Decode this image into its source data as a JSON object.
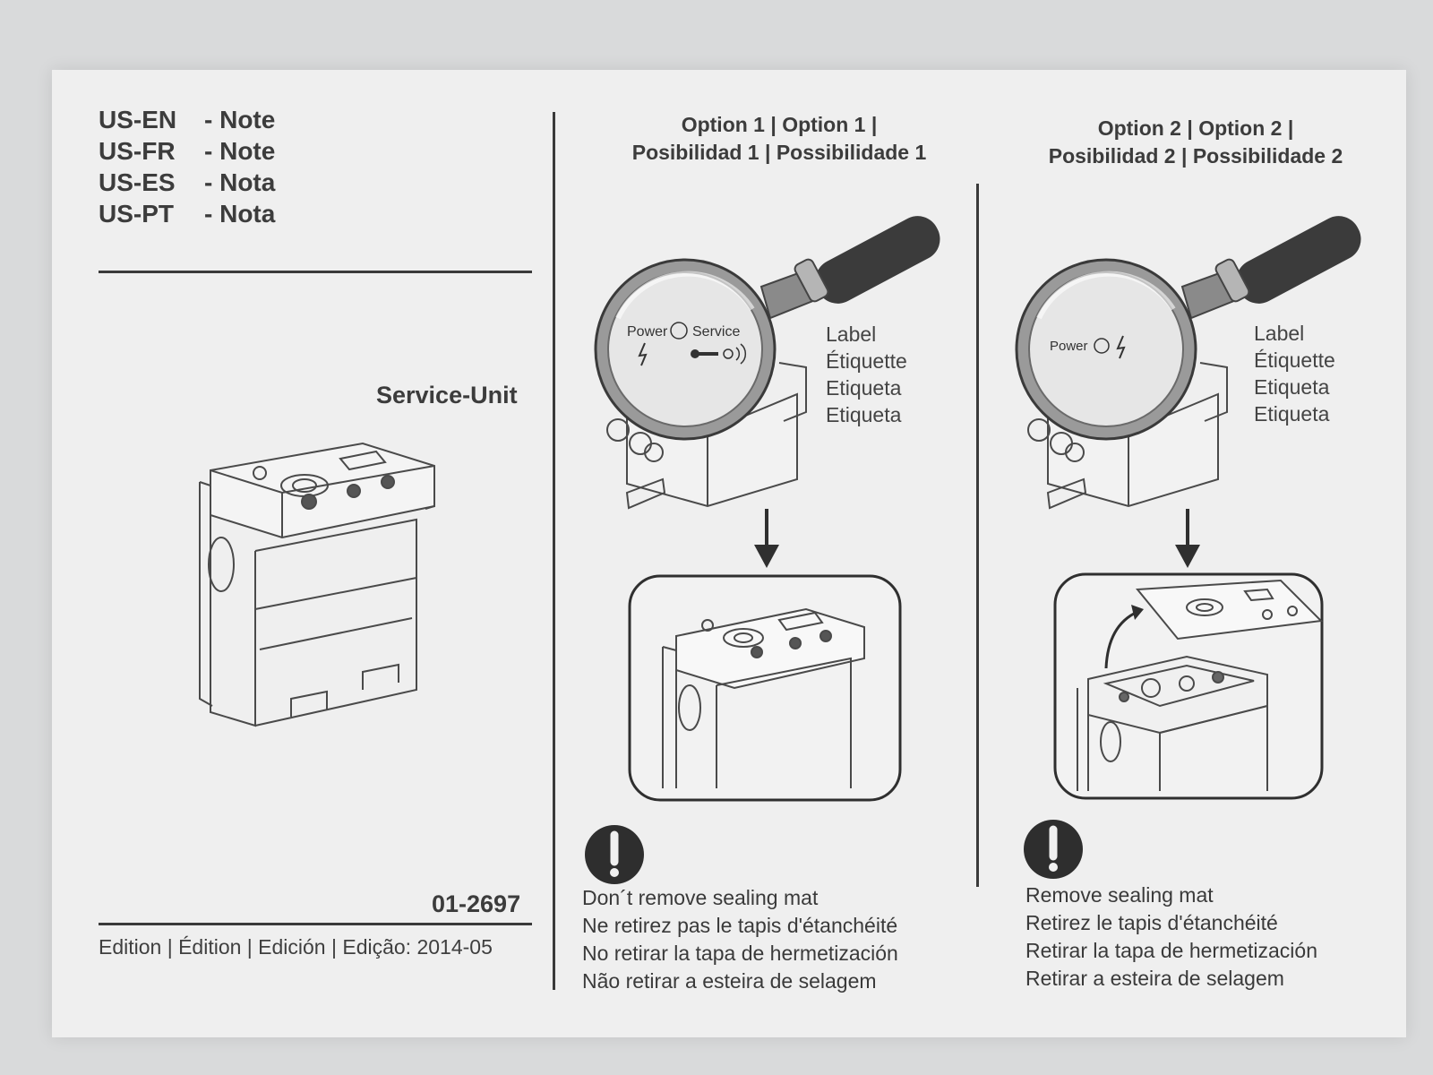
{
  "languages": [
    {
      "code": "US-EN",
      "word": "- Note"
    },
    {
      "code": "US-FR",
      "word": "- Note"
    },
    {
      "code": "US-ES",
      "word": "- Nota"
    },
    {
      "code": "US-PT",
      "word": "- Nota"
    }
  ],
  "service_unit_title": "Service-Unit",
  "document_number": "01-2697",
  "edition": "Edition | Édition | Edición | Edição: 2014-05",
  "option1": {
    "title_line1": "Option 1 | Option 1 |",
    "title_line2": "Posibilidad 1 | Possibilidade 1",
    "magnifier_power": "Power",
    "magnifier_service": "Service",
    "label_terms": [
      "Label",
      "Étiquette",
      "Etiqueta",
      "Etiqueta"
    ],
    "note_lines": [
      "Don´t remove sealing mat",
      "Ne retirez pas le tapis d'étanchéité",
      "No retirar la tapa de hermetización",
      "Não retirar a esteira de selagem"
    ]
  },
  "option2": {
    "title_line1": "Option 2 | Option 2 |",
    "title_line2": "Posibilidad 2 | Possibilidade 2",
    "magnifier_power": "Power",
    "label_terms": [
      "Label",
      "Étiquette",
      "Etiqueta",
      "Etiqueta"
    ],
    "note_lines": [
      "Remove sealing mat",
      "Retirez le tapis d'étanchéité",
      "Retirar la tapa de hermetización",
      "Retirar a esteira de selagem"
    ]
  },
  "colors": {
    "background": "#d9dadb",
    "paper": "#efefef",
    "ink": "#3a3a3a",
    "magnifier_handle": "#3b3b3b"
  }
}
